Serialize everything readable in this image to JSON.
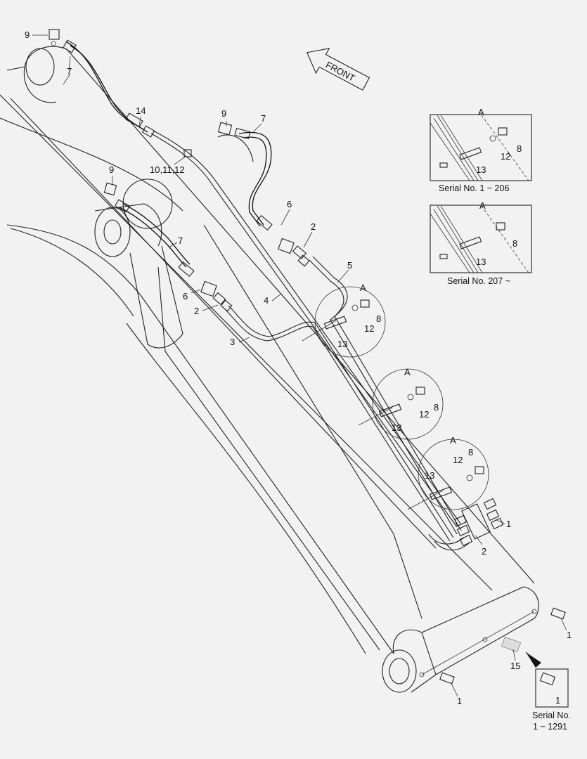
{
  "front_label": "FRONT",
  "detail_label": "A",
  "callouts": [
    {
      "id": "c9a",
      "text": "9"
    },
    {
      "id": "c7a",
      "text": "7"
    },
    {
      "id": "c14",
      "text": "14"
    },
    {
      "id": "c101112",
      "text": "10,11,12"
    },
    {
      "id": "c9b",
      "text": "9"
    },
    {
      "id": "c7b",
      "text": "7"
    },
    {
      "id": "c9c",
      "text": "9"
    },
    {
      "id": "c7c",
      "text": "7"
    },
    {
      "id": "c6a",
      "text": "6"
    },
    {
      "id": "c2a",
      "text": "2"
    },
    {
      "id": "c6b",
      "text": "6"
    },
    {
      "id": "c2b",
      "text": "2"
    },
    {
      "id": "c5",
      "text": "5"
    },
    {
      "id": "c4",
      "text": "4"
    },
    {
      "id": "c3",
      "text": "3"
    },
    {
      "id": "c1a",
      "text": "1"
    },
    {
      "id": "c2c",
      "text": "2"
    },
    {
      "id": "c1b",
      "text": "1"
    },
    {
      "id": "c1c",
      "text": "1"
    },
    {
      "id": "c15",
      "text": "15"
    }
  ],
  "detail_circles": [
    {
      "label": "A",
      "p13": "13",
      "p12": "12",
      "p8": "8"
    },
    {
      "label": "A",
      "p13": "13",
      "p12": "12",
      "p8": "8"
    },
    {
      "label": "A",
      "p13": "13",
      "p12": "12",
      "p8": "8"
    }
  ],
  "insets": [
    {
      "label": "A",
      "p8": "8",
      "p12": "12",
      "p13": "13",
      "caption": "Serial No. 1 ~ 206"
    },
    {
      "label": "A",
      "p8": "8",
      "p13": "13",
      "caption": "Serial No. 207 ~"
    }
  ],
  "serial_inset": {
    "part": "1",
    "caption_line1": "Serial No.",
    "caption_line2": "1 ~ 1291"
  }
}
